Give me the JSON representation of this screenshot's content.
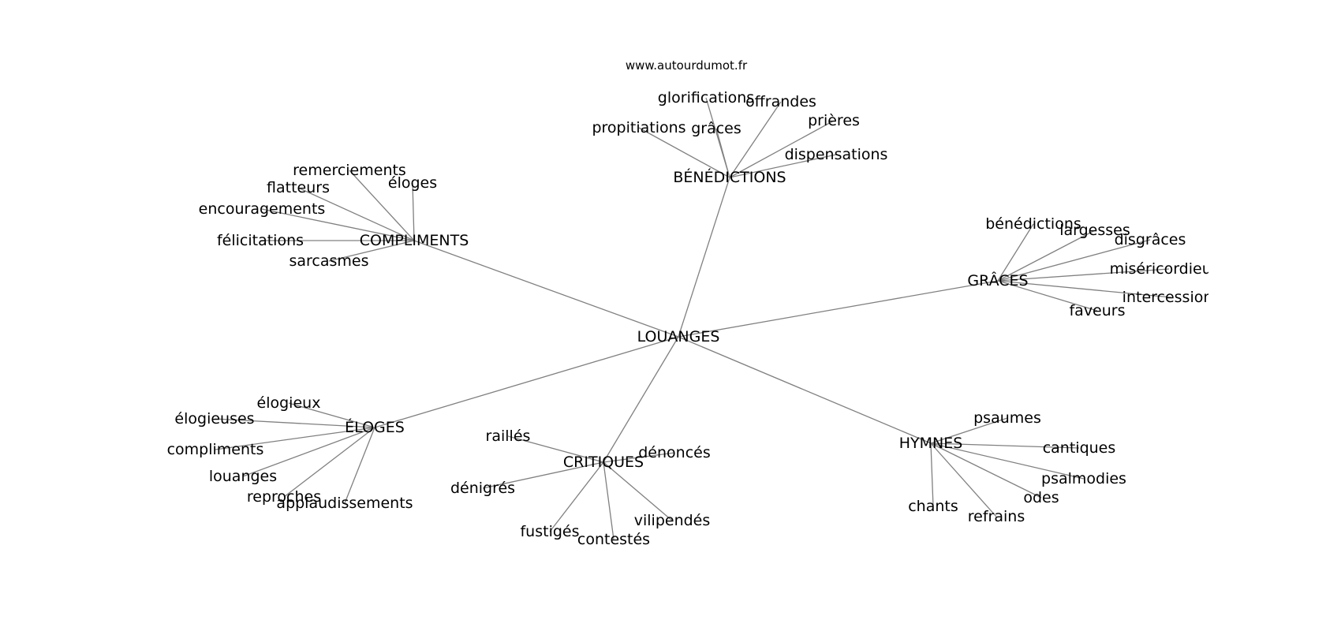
{
  "source": "www.autourdumot.fr",
  "root": "LOUANGES",
  "branches": [
    {
      "label": "BÉNÉDICTIONS",
      "leaves": [
        "glorifications",
        "offrandes",
        "propitiations",
        "grâces",
        "prières",
        "dispensations"
      ]
    },
    {
      "label": "COMPLIMENTS",
      "leaves": [
        "remerciements",
        "éloges",
        "flatteurs",
        "encouragements",
        "félicitations",
        "sarcasmes"
      ]
    },
    {
      "label": "GRÂCES",
      "leaves": [
        "bénédictions",
        "largesses",
        "disgrâces",
        "miséricordieuse",
        "intercessions",
        "faveurs"
      ]
    },
    {
      "label": "ÉLOGES",
      "leaves": [
        "élogieux",
        "élogieuses",
        "compliments",
        "louanges",
        "reproches",
        "applaudissements"
      ]
    },
    {
      "label": "CRITIQUES",
      "leaves": [
        "raillés",
        "dénoncés",
        "dénigrés",
        "vilipendés",
        "fustigés",
        "contestés"
      ]
    },
    {
      "label": "HYMNES",
      "leaves": [
        "psaumes",
        "cantiques",
        "psalmodies",
        "odes",
        "chants",
        "refrains"
      ]
    }
  ]
}
